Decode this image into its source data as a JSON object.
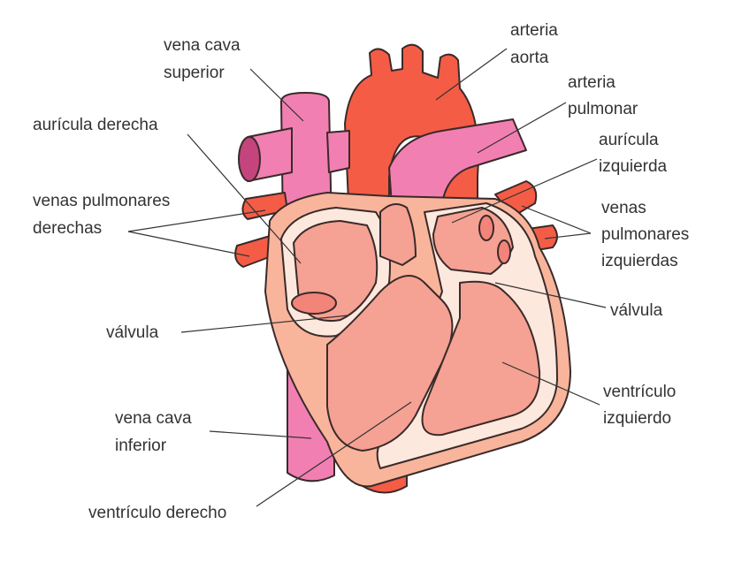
{
  "title": "Heart anatomy diagram",
  "labels": {
    "vena_cava_superior": [
      "vena cava",
      "superior"
    ],
    "arteria_aorta": [
      "arteria",
      "aorta"
    ],
    "arteria_pulmonar": [
      "arteria",
      "pulmonar"
    ],
    "auricula_derecha": "aurícula derecha",
    "auricula_izquierda": [
      "aurícula",
      "izquierda"
    ],
    "venas_pulmonares_derechas": [
      "venas pulmonares",
      "derechas"
    ],
    "venas_pulmonares_izquierdas": [
      "venas",
      "pulmonares",
      "izquierdas"
    ],
    "valvula_derecha": "válvula",
    "valvula_izquierda": "válvula",
    "ventriculo_izquierdo": [
      "ventrículo",
      "izquierdo"
    ],
    "vena_cava_inferior": [
      "vena cava",
      "inferior"
    ],
    "ventriculo_derecho": "ventrículo derecho"
  },
  "colors": {
    "vein_pink": "#f27fb2",
    "artery_red": "#f45c46",
    "outer_wall": "#f8b59c",
    "chamber": "#f5a193",
    "inner_wall": "#fde8dd"
  }
}
